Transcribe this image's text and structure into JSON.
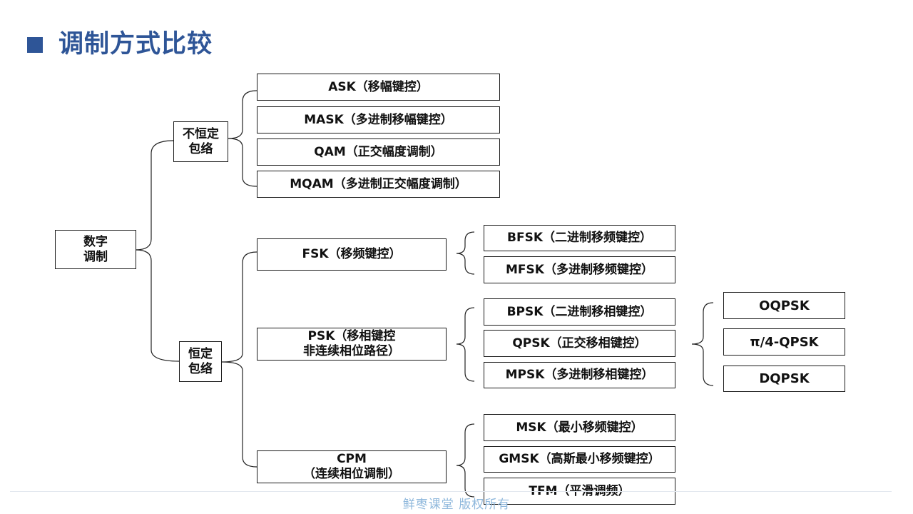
{
  "title": "调制方式比较",
  "root": {
    "line1": "数字",
    "line2": "调制"
  },
  "nonconstant_envelope": {
    "line1": "不恒定",
    "line2": "包络",
    "items": [
      "ASK（移幅键控）",
      "MASK（多进制移幅键控）",
      "QAM（正交幅度调制）",
      "MQAM（多进制正交幅度调制）"
    ]
  },
  "constant_envelope": {
    "line1": "恒定",
    "line2": "包络",
    "fsk": {
      "label": "FSK（移频键控）",
      "children": [
        "BFSK（二进制移频键控）",
        "MFSK（多进制移频键控）"
      ]
    },
    "psk": {
      "line1": "PSK（移相键控",
      "line2": "非连续相位路径）",
      "children": [
        "BPSK（二进制移相键控）",
        "QPSK（正交移相键控）",
        "MPSK（多进制移相键控）"
      ],
      "qpsk_variants": [
        "OQPSK",
        "π/4-QPSK",
        "DQPSK"
      ]
    },
    "cpm": {
      "line1": "CPM",
      "line2": "（连续相位调制）",
      "children": [
        "MSK（最小移频键控）",
        "GMSK（高斯最小移频键控）",
        "TFM（平滑调频）"
      ]
    }
  },
  "watermark": "鲜枣课堂  版权所有"
}
